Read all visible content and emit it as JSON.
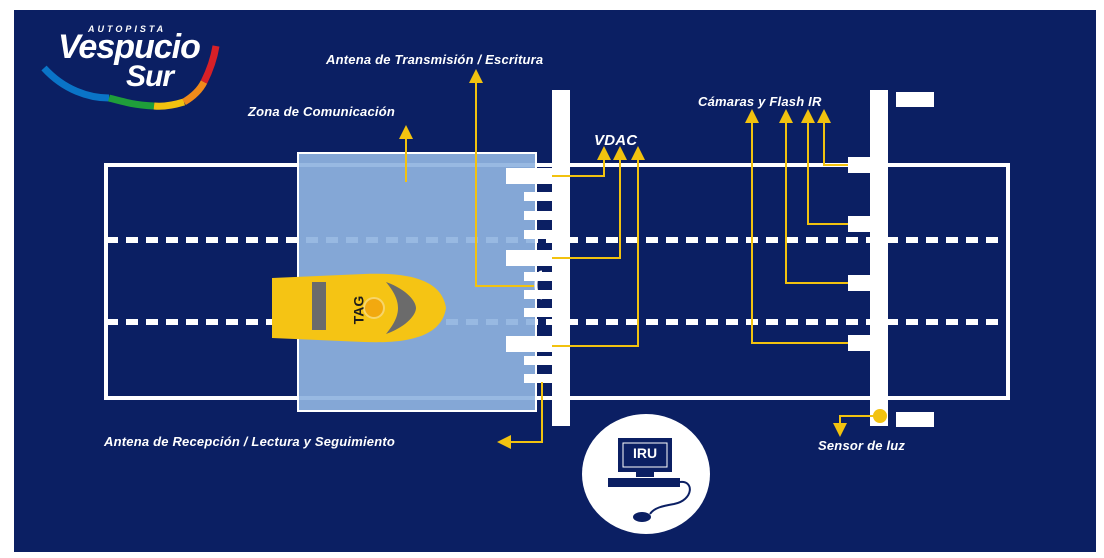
{
  "logo": {
    "small_text": "AUTOPISTA",
    "line1": "Vespucio",
    "line2": "Sur"
  },
  "labels": {
    "antena_transmision": "Antena de Transmisión / Escritura",
    "zona_comunicacion": "Zona de Comunicación",
    "vdac": "VDAC",
    "camaras": "Cámaras y Flash IR",
    "antena_recepcion": "Antena de Recepción / Lectura y Seguimiento",
    "sensor_luz": "Sensor de luz",
    "iru": "IRU",
    "tag": "TAG"
  },
  "colors": {
    "background": "#0b1f63",
    "zone": "#8fb3e0",
    "arrow": "#f2c20f",
    "car": "#f5c414",
    "road": "#ffffff"
  }
}
